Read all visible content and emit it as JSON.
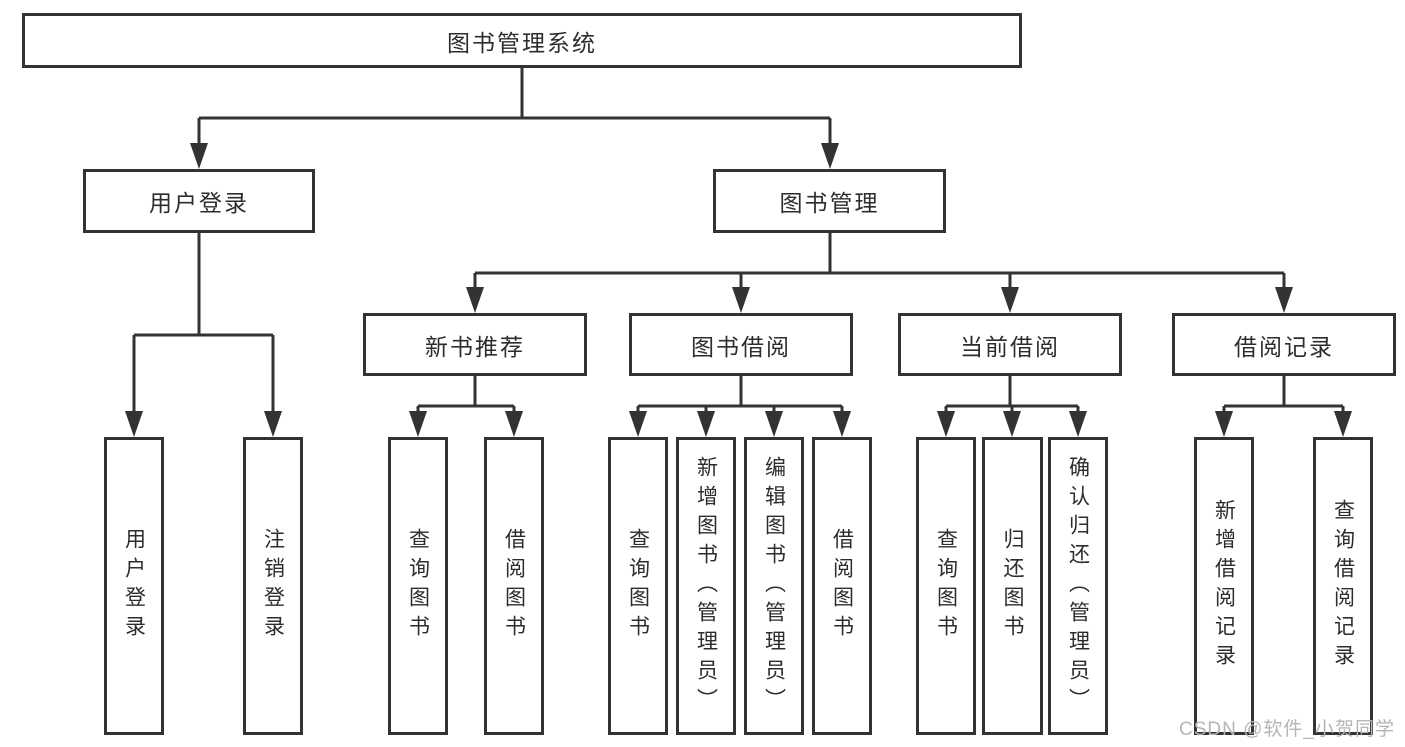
{
  "tree": {
    "root": {
      "label": "图书管理系统",
      "children": [
        {
          "label": "用户登录",
          "children": [
            {
              "label": "用户登录"
            },
            {
              "label": "注销登录"
            }
          ]
        },
        {
          "label": "图书管理",
          "children": [
            {
              "label": "新书推荐",
              "children": [
                {
                  "label": "查询图书"
                },
                {
                  "label": "借阅图书"
                }
              ]
            },
            {
              "label": "图书借阅",
              "children": [
                {
                  "label": "查询图书"
                },
                {
                  "label": "新增图书（管理员）"
                },
                {
                  "label": "编辑图书（管理员）"
                },
                {
                  "label": "借阅图书"
                }
              ]
            },
            {
              "label": "当前借阅",
              "children": [
                {
                  "label": "查询图书"
                },
                {
                  "label": "归还图书"
                },
                {
                  "label": "确认归还（管理员）"
                }
              ]
            },
            {
              "label": "借阅记录",
              "children": [
                {
                  "label": "新增借阅记录"
                },
                {
                  "label": "查询借阅记录"
                }
              ]
            }
          ]
        }
      ]
    }
  },
  "watermark": "CSDN @软件_小贺同学",
  "colors": {
    "line": "#333333",
    "text": "#2d2d2d",
    "box_background": "#ffffff",
    "watermark": "#b5b5b5"
  }
}
